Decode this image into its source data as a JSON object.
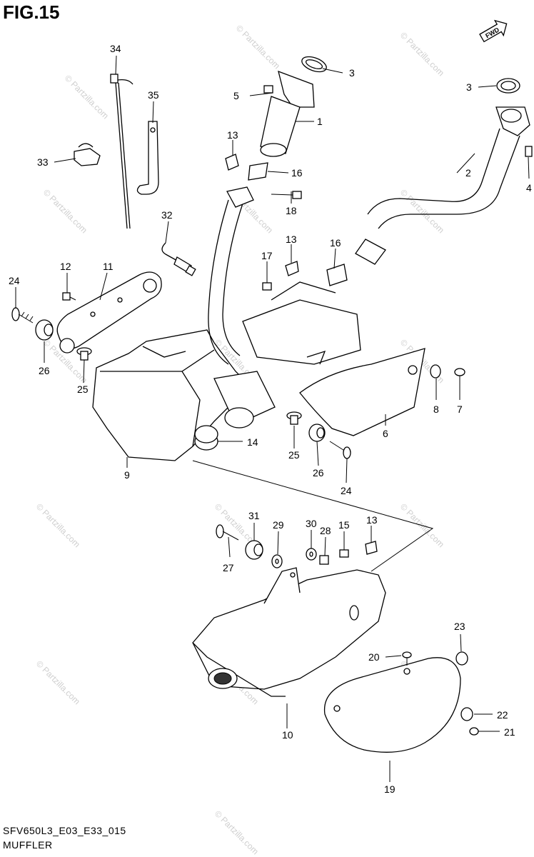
{
  "figure_title": "FIG.15",
  "drawing_code": "SFV650L3_E03_E33_015",
  "caption": "MUFFLER",
  "fwd_label": "FWD",
  "watermark": "© Partzilla.com",
  "callouts": {
    "c1": "1",
    "c2": "2",
    "c3a": "3",
    "c3b": "3",
    "c4": "4",
    "c5": "5",
    "c6": "6",
    "c7": "7",
    "c8": "8",
    "c9": "9",
    "c10": "10",
    "c11": "11",
    "c12": "12",
    "c13a": "13",
    "c13b": "13",
    "c13c": "13",
    "c14": "14",
    "c15": "15",
    "c16a": "16",
    "c16b": "16",
    "c17": "17",
    "c18": "18",
    "c19": "19",
    "c20": "20",
    "c21": "21",
    "c22": "22",
    "c23": "23",
    "c24a": "24",
    "c24b": "24",
    "c25a": "25",
    "c25b": "25",
    "c26a": "26",
    "c26b": "26",
    "c27": "27",
    "c28": "28",
    "c29": "29",
    "c30": "30",
    "c31": "31",
    "c32": "32",
    "c33": "33",
    "c34": "34",
    "c35": "35"
  }
}
